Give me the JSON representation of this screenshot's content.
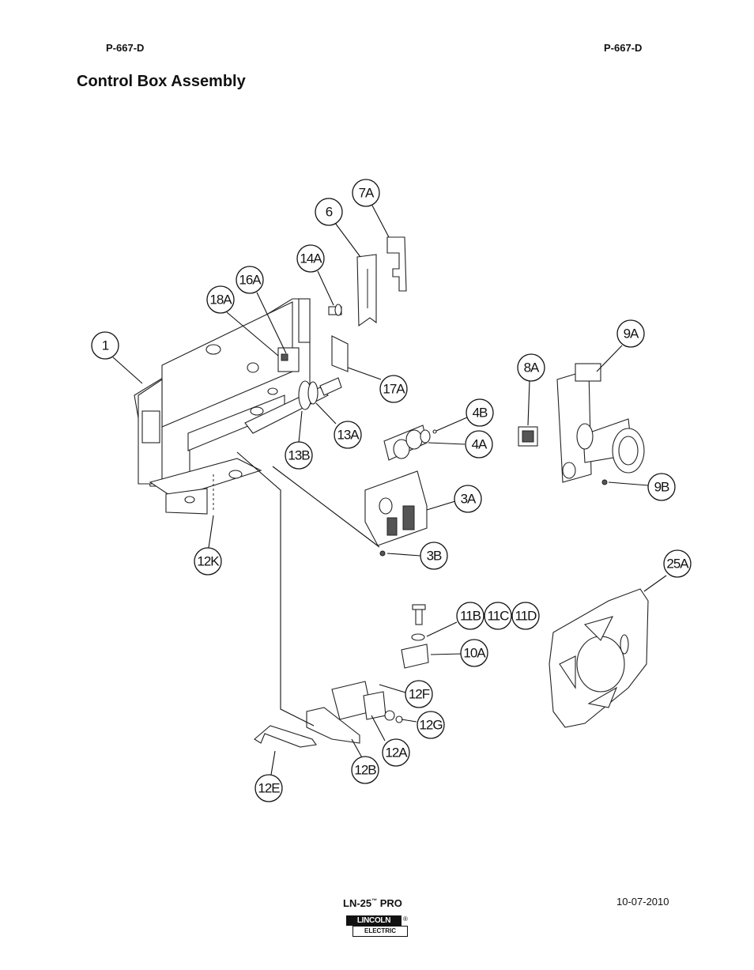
{
  "header": {
    "code_left": "P-667-D",
    "code_right": "P-667-D",
    "title": "Control Box Assembly"
  },
  "callouts": [
    {
      "id": "c1",
      "label": "1"
    },
    {
      "id": "c6",
      "label": "6"
    },
    {
      "id": "c7A",
      "label": "7A"
    },
    {
      "id": "c14A",
      "label": "14A"
    },
    {
      "id": "c16A",
      "label": "16A"
    },
    {
      "id": "c18A",
      "label": "18A"
    },
    {
      "id": "c9A",
      "label": "9A"
    },
    {
      "id": "c8A",
      "label": "8A"
    },
    {
      "id": "c17A",
      "label": "17A"
    },
    {
      "id": "c4B",
      "label": "4B"
    },
    {
      "id": "c4A",
      "label": "4A"
    },
    {
      "id": "c13A",
      "label": "13A"
    },
    {
      "id": "c13B",
      "label": "13B"
    },
    {
      "id": "c9B",
      "label": "9B"
    },
    {
      "id": "c3A",
      "label": "3A"
    },
    {
      "id": "c3B",
      "label": "3B"
    },
    {
      "id": "c12K",
      "label": "12K"
    },
    {
      "id": "c25A",
      "label": "25A"
    },
    {
      "id": "c11B",
      "label": "11B"
    },
    {
      "id": "c11C",
      "label": "11C"
    },
    {
      "id": "c11D",
      "label": "11D"
    },
    {
      "id": "c10A",
      "label": "10A"
    },
    {
      "id": "c12F",
      "label": "12F"
    },
    {
      "id": "c12G",
      "label": "12G"
    },
    {
      "id": "c12A",
      "label": "12A"
    },
    {
      "id": "c12B",
      "label": "12B"
    },
    {
      "id": "c12E",
      "label": "12E"
    }
  ],
  "footer": {
    "model": "LN-25",
    "trademark": "™",
    "model_suffix": " PRO",
    "date": "10-07-2010",
    "logo_top": "LINCOLN",
    "logo_bottom": "ELECTRIC",
    "logo_registered": "®"
  }
}
